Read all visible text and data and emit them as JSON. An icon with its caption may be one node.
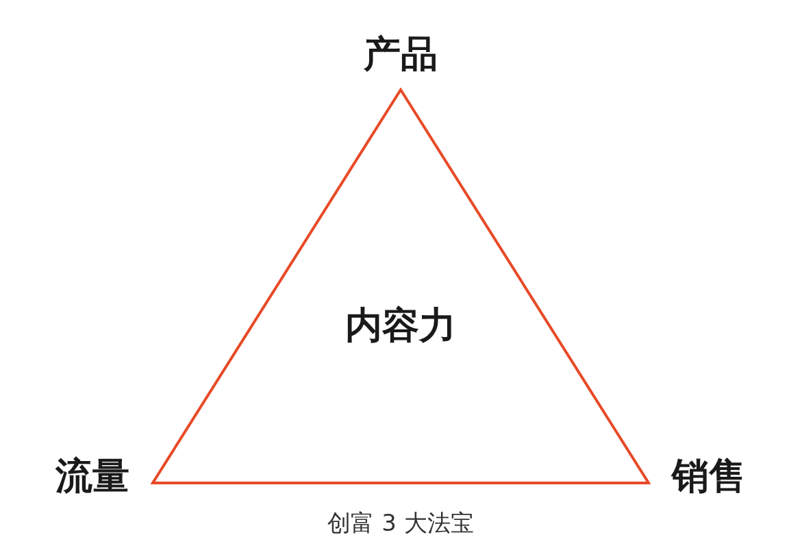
{
  "diagram": {
    "caption": "创富 3 大法宝",
    "nodes": [
      {
        "text": [
          "内容力"
        ],
        "beside": [
          "产品",
          "流量",
          "销售"
        ]
      }
    ]
  }
}
